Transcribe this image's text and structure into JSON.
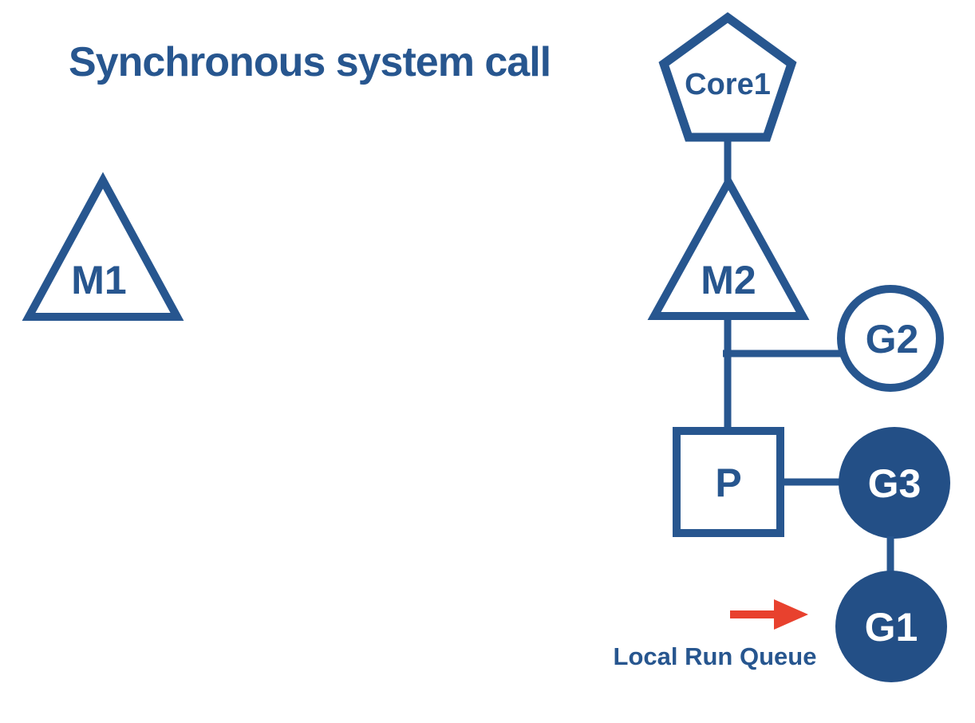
{
  "title": "Synchronous system call",
  "colors": {
    "blue": "#27568F",
    "node_fill": "#234F86",
    "red": "#E8412E",
    "background": "#FFFFFF"
  },
  "diagram": {
    "nodes": {
      "m1": {
        "label": "M1",
        "shape": "triangle",
        "style": "outline"
      },
      "core1": {
        "label": "Core1",
        "shape": "pentagon",
        "style": "outline"
      },
      "m2": {
        "label": "M2",
        "shape": "triangle",
        "style": "outline"
      },
      "g2": {
        "label": "G2",
        "shape": "circle",
        "style": "outline"
      },
      "p": {
        "label": "P",
        "shape": "square",
        "style": "outline"
      },
      "g3": {
        "label": "G3",
        "shape": "circle",
        "style": "filled"
      },
      "g1": {
        "label": "G1",
        "shape": "circle",
        "style": "filled"
      }
    },
    "connections": [
      {
        "from": "core1",
        "to": "m2"
      },
      {
        "from": "m2",
        "to": "p"
      },
      {
        "from": "m2-p-line",
        "to": "g2"
      },
      {
        "from": "p",
        "to": "g3"
      },
      {
        "from": "g3",
        "to": "g1"
      }
    ],
    "annotation": {
      "label": "Local Run Queue",
      "icon": "red-arrow-right"
    }
  }
}
